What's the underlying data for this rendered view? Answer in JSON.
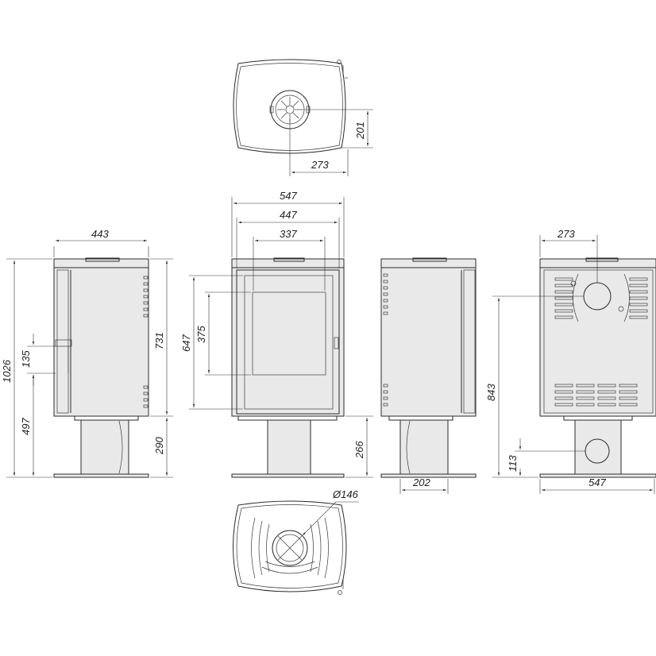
{
  "dimensions": {
    "top_offset": "201",
    "top_depth": "273",
    "width_outer": "547",
    "width_mid": "447",
    "width_inner": "337",
    "side_depth": "443",
    "height_total": "1026",
    "height_pivot": "497",
    "height_handle": "135",
    "height_body": "731",
    "height_base": "290",
    "front_height": "647",
    "glass_height": "375",
    "front_base": "266",
    "side_base_depth": "202",
    "back_outlet_offset": "273",
    "back_outlet_height": "843",
    "back_lower_outlet": "113",
    "back_width": "547",
    "bottom_diameter": "Ø146"
  },
  "colors": {
    "line": "#2b2b2b",
    "panel_fill": "#e9e9e9",
    "background": "#ffffff"
  }
}
